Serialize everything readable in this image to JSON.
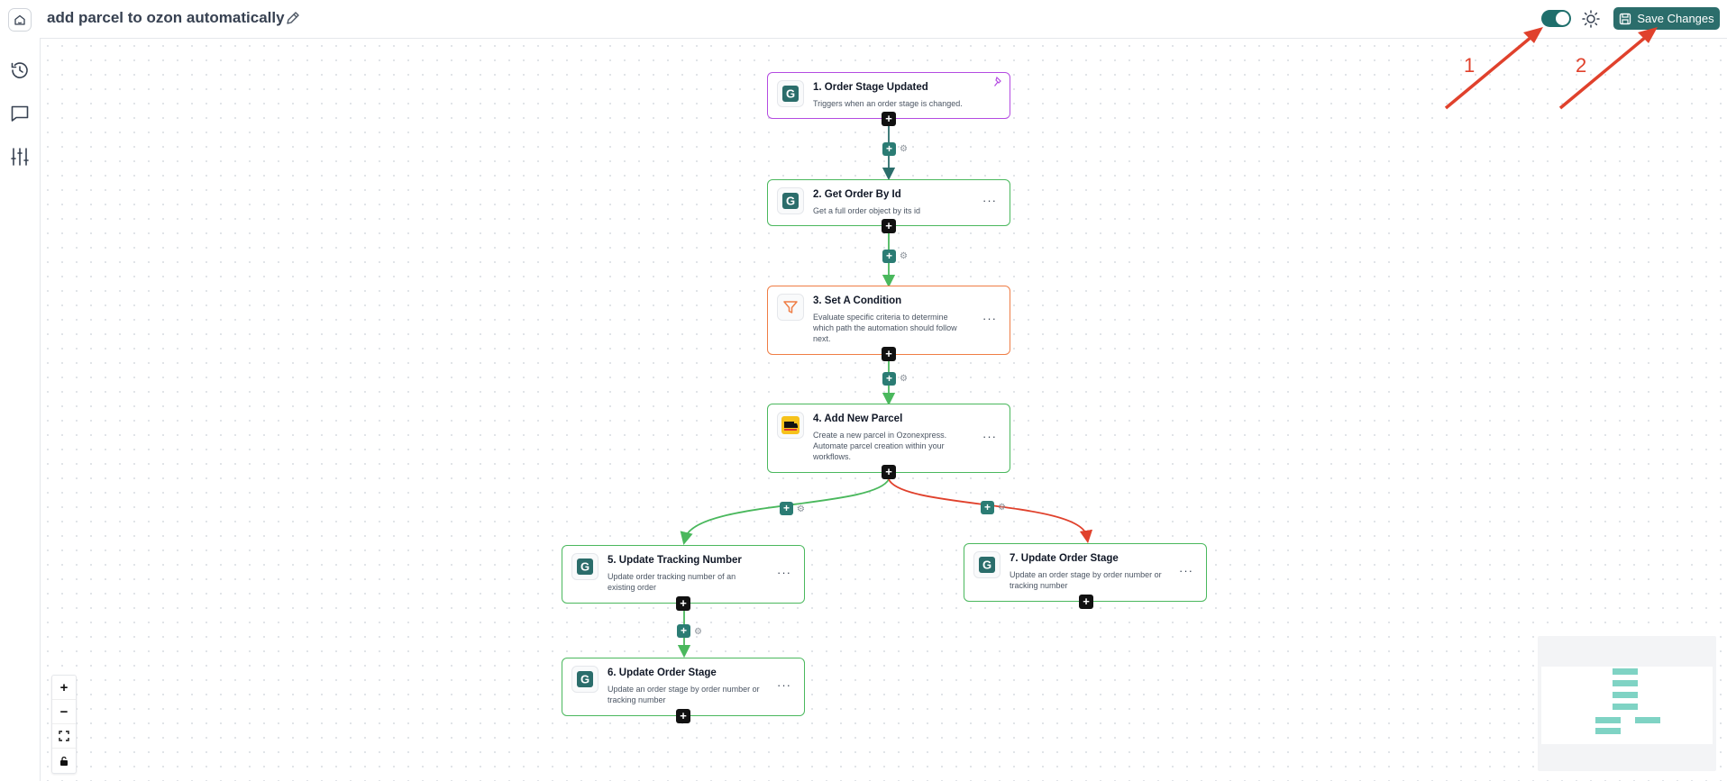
{
  "header": {
    "title": "add parcel to ozon automatically",
    "save_label": "Save Changes",
    "toggle_on": true
  },
  "sidebar": {
    "items": [
      {
        "name": "history-icon"
      },
      {
        "name": "chat-icon"
      },
      {
        "name": "sliders-icon"
      }
    ]
  },
  "nodes": [
    {
      "title": "1. Order Stage Updated",
      "desc": "Triggers when an order stage is changed.",
      "kind": "trigger"
    },
    {
      "title": "2. Get Order By Id",
      "desc": "Get a full order object by its id",
      "kind": "action"
    },
    {
      "title": "3. Set A Condition",
      "desc": "Evaluate specific criteria to determine which path the automation should follow next.",
      "kind": "condition"
    },
    {
      "title": "4. Add New Parcel",
      "desc": "Create a new parcel in Ozonexpress. Automate parcel creation within your workflows.",
      "kind": "action"
    },
    {
      "title": "5. Update Tracking Number",
      "desc": "Update order tracking number of an existing order",
      "kind": "action"
    },
    {
      "title": "6. Update Order Stage",
      "desc": "Update an order stage by order number or tracking number",
      "kind": "action"
    },
    {
      "title": "7. Update Order Stage",
      "desc": "Update an order stage by order number or tracking number",
      "kind": "action"
    }
  ],
  "node_more_label": "···",
  "annotations": {
    "one": "1",
    "two": "2"
  },
  "colors": {
    "accent": "#2b6d6b",
    "success_edge": "#4ab85d",
    "failure_edge": "#e0412c",
    "trigger_border": "#b44be1",
    "condition_border": "#ef7d45"
  }
}
